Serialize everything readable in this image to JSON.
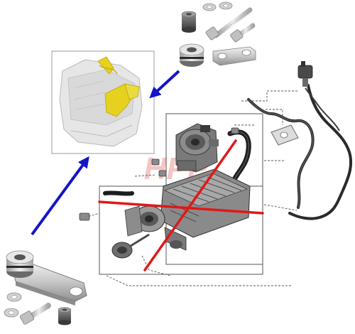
{
  "watermark": {
    "text": "HPP"
  },
  "colors": {
    "background": "#ffffff",
    "blue_arrow": "#1414c8",
    "red_cross": "#e01818",
    "metal_light": "#d4d4d4",
    "metal_dark": "#8a8a8a",
    "engine_highlight": "#e6d21e",
    "hose": "#2a2a2a",
    "frame_line": "#777777",
    "watermark": "#f2b0b0"
  },
  "icons": {
    "engine": "engine-block-illustration",
    "egr_module": "egr-cooler-module",
    "blanking_plate": "egr-delete-plate",
    "bolt": "hex-bolt",
    "spacer": "spacer-sleeve",
    "washer": "washer"
  }
}
